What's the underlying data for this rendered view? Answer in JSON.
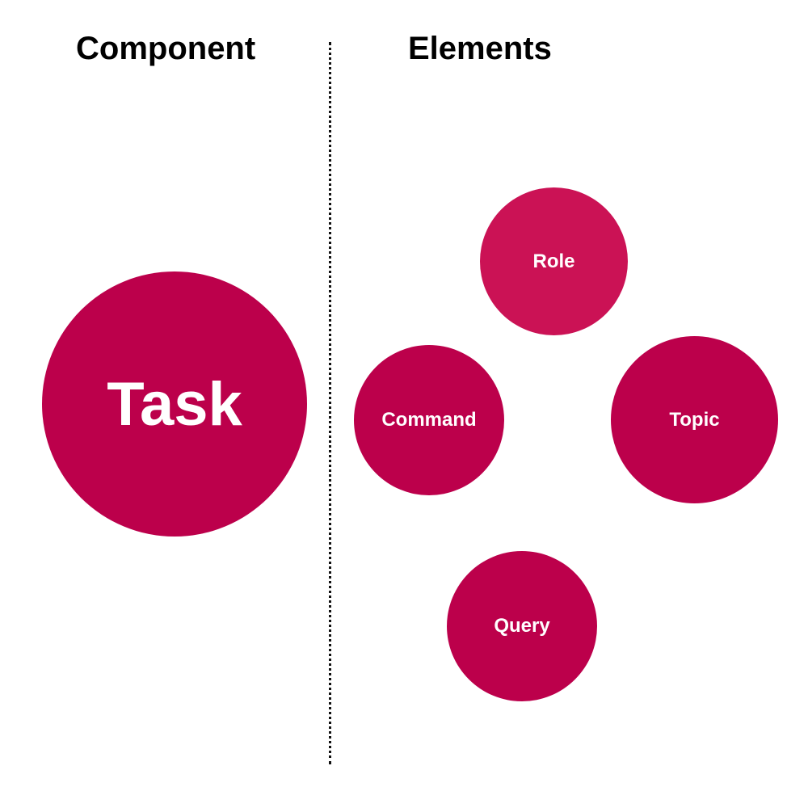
{
  "headings": {
    "left": "Component",
    "right": "Elements"
  },
  "component": {
    "label": "Task",
    "color": "#BC004B"
  },
  "elements": [
    {
      "label": "Role",
      "color": "#CB1255"
    },
    {
      "label": "Command",
      "color": "#BC004B"
    },
    {
      "label": "Topic",
      "color": "#BC004B"
    },
    {
      "label": "Query",
      "color": "#BC004B"
    }
  ],
  "divider": {
    "style": "dotted",
    "color": "#111111"
  }
}
